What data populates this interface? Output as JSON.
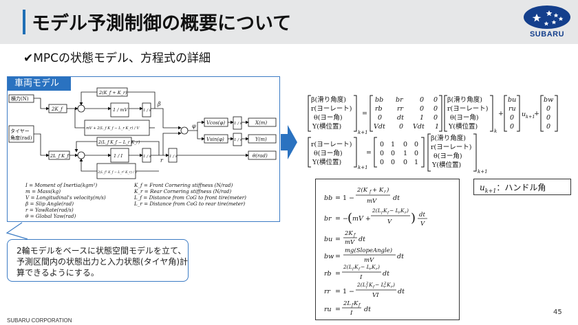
{
  "slide": {
    "title": "モデル予測制御の概要について",
    "subtitle": "✔MPCの状態モデル、方程式の詳細",
    "footer": "SUBARU CORPORATION",
    "page_number": "45",
    "logo_text": "SUBARU"
  },
  "vehicle_model": {
    "tab_label": "車両モデル",
    "input_lateral_force": "横力(N)",
    "input_tire_angle_1": "タイヤー",
    "input_tire_angle_2": "角度(rad)",
    "block_2kf": "2K_f",
    "block_2lfkf": "2L_f K_f",
    "block_kf_kr": "2(K_f + K_r)",
    "block_1_mv": "1 / mV",
    "block_1_s_top": "1 / s",
    "label_beta": "β",
    "block_mv_plus": "mV + 2(L_f K_f − L_r K_r) / V",
    "block_lfkf_lrkr": "2(L_f K_f − L_r K_r)",
    "block_1_i": "1 / I",
    "block_1_s_r": "1 / s",
    "label_r": "r",
    "block_lf2": "2(L_f² K_f − L_r² K_r) / V",
    "label_phi": "φ",
    "block_vcos": "Vcos(φ)",
    "block_vsin": "Vsin(φ)",
    "block_1_s_x": "1 / s",
    "block_1_s_y": "1 / s",
    "block_1_s_theta": "1 / s",
    "out_x": "X(m)",
    "out_y": "Y(m)",
    "out_theta": "θ(rad)",
    "legend": [
      "I = Moment of Inertia(kgm²)",
      "m = Mass(kg)",
      "V = Longitudinal's velocity(m/s)",
      "β = Slip Angle(rad)",
      "r = YawRate(rad/s)",
      "θ = Global Yaw(rad)"
    ],
    "legend_right": [
      "K_f = Front Cornering stiffness (N/rad)",
      "K_r = Rear Cornering stiffness (N/rad)",
      "L_f = Distance from CoG to front tire(meter)",
      "L_r = Distance from CoG to rear tire(meter)"
    ]
  },
  "callout": {
    "text": "2輪モデルをベースに状態空間モデルを立て、予測区間内の状態出力と入力状態(タイヤ角)計算できるようにする。"
  },
  "equations": {
    "state_vec": [
      "β(滑り角度)",
      "r(ヨーレート)",
      "θ(ヨー角)",
      "Y(横位置)"
    ],
    "matrix_a": [
      [
        "bb",
        "br",
        "0",
        "0"
      ],
      [
        "rb",
        "rr",
        "0",
        "0"
      ],
      [
        "0",
        "dt",
        "1",
        "0"
      ],
      [
        "Vdt",
        "0",
        "Vdt",
        "1"
      ]
    ],
    "vec_b": [
      "bu",
      "ru",
      "0",
      "0"
    ],
    "vec_w": [
      "bw",
      "0",
      "0",
      "0"
    ],
    "sub_k1": "k+1",
    "sub_k": "k",
    "u_label": "u",
    "out_vec": [
      "r(ヨーレート)",
      "θ(ヨー角)",
      "Y(横位置)"
    ],
    "matrix_c": [
      [
        "0",
        "1",
        "0",
        "0"
      ],
      [
        "0",
        "0",
        "1",
        "0"
      ],
      [
        "0",
        "0",
        "0",
        "1"
      ]
    ],
    "uk_note": "u_{k+1}：ハンドル角",
    "uk_note_text": "：ハンドル角",
    "coef": [
      "bb",
      "br",
      "bu",
      "bw",
      "rb",
      "rr",
      "ru"
    ]
  }
}
